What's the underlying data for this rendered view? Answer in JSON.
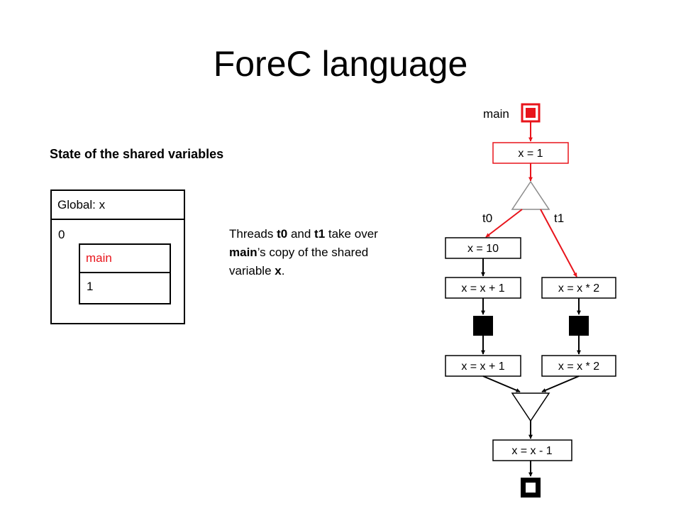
{
  "title": "ForeC language",
  "subtitle": "State of the shared variables",
  "state": {
    "global_label": "Global: x",
    "global_value": "0",
    "main_label": "main",
    "main_value": "1"
  },
  "note": {
    "part1": "Threads ",
    "t0": "t0",
    "part2": " and ",
    "t1": "t1",
    "part3": " take over ",
    "main": "main",
    "part4": "’s copy of the shared variable ",
    "x": "x",
    "part5": "."
  },
  "diagram": {
    "main_label": "main",
    "t0_label": "t0",
    "t1_label": "t1",
    "stmt_main": "x = 1",
    "stmt_t0_1": "x = 10",
    "stmt_t0_2": "x = x + 1",
    "stmt_t1_1": "x = x * 2",
    "stmt_t0_3": "x = x + 1",
    "stmt_t1_2": "x = x * 2",
    "stmt_final": "x = x - 1"
  },
  "colors": {
    "active": "#e8141b",
    "text": "#000000",
    "box_border_grey": "#8c8c8c",
    "background": "#ffffff"
  }
}
